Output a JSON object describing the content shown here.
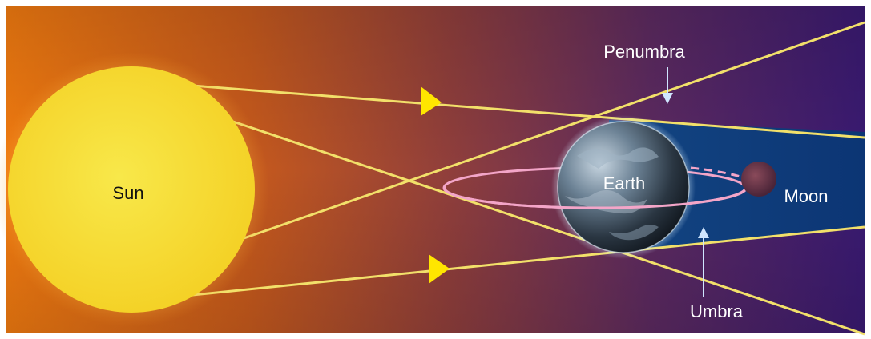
{
  "labels": {
    "sun": "Sun",
    "earth": "Earth",
    "moon": "Moon",
    "penumbra": "Penumbra",
    "umbra": "Umbra"
  },
  "colors": {
    "background_left": "#f07a10",
    "background_right": "#3a1a72",
    "sun": "#f5de2e",
    "rays": "#f2e06a",
    "umbra_shadow": "#0f3f7e",
    "orbit": "#f3a5c8",
    "ray_arrow": "#ffe600",
    "pointer_arrow": "#cfe6ff",
    "label_dark": "#111111",
    "label_light": "#ffffff"
  },
  "icons": {
    "sun": "sun-disc",
    "earth": "earth-globe",
    "moon": "moon-disc",
    "ray_direction": "triangle-arrow"
  }
}
